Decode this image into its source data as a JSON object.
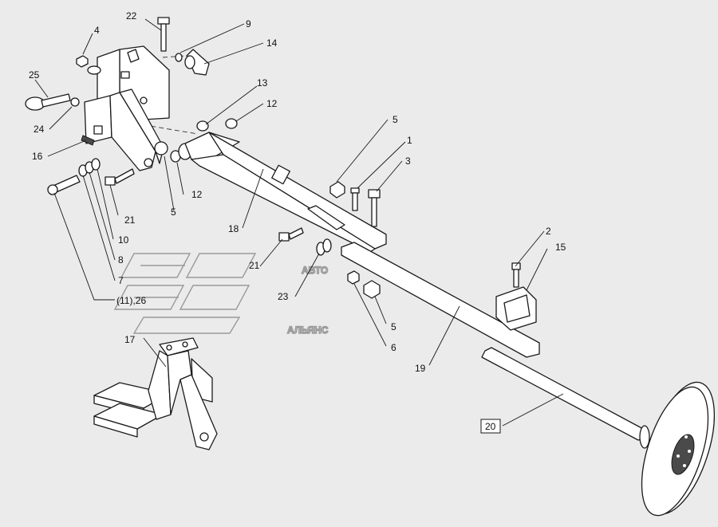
{
  "callouts": {
    "c1": "1",
    "c2": "2",
    "c3": "3",
    "c4": "4",
    "c5a": "5",
    "c5b": "5",
    "c5c": "5",
    "c6": "6",
    "c7": "7",
    "c8": "8",
    "c9": "9",
    "c10": "10",
    "c11_26": "(11),26",
    "c12a": "12",
    "c12b": "12",
    "c13": "13",
    "c14": "14",
    "c15": "15",
    "c16": "16",
    "c17": "17",
    "c18": "18",
    "c19": "19",
    "c20": "20",
    "c21a": "21",
    "c21b": "21",
    "c22": "22",
    "c23": "23",
    "c24": "24",
    "c25": "25"
  },
  "watermark": {
    "line1": "АВТО",
    "line2": "АЛЬЯНС"
  }
}
